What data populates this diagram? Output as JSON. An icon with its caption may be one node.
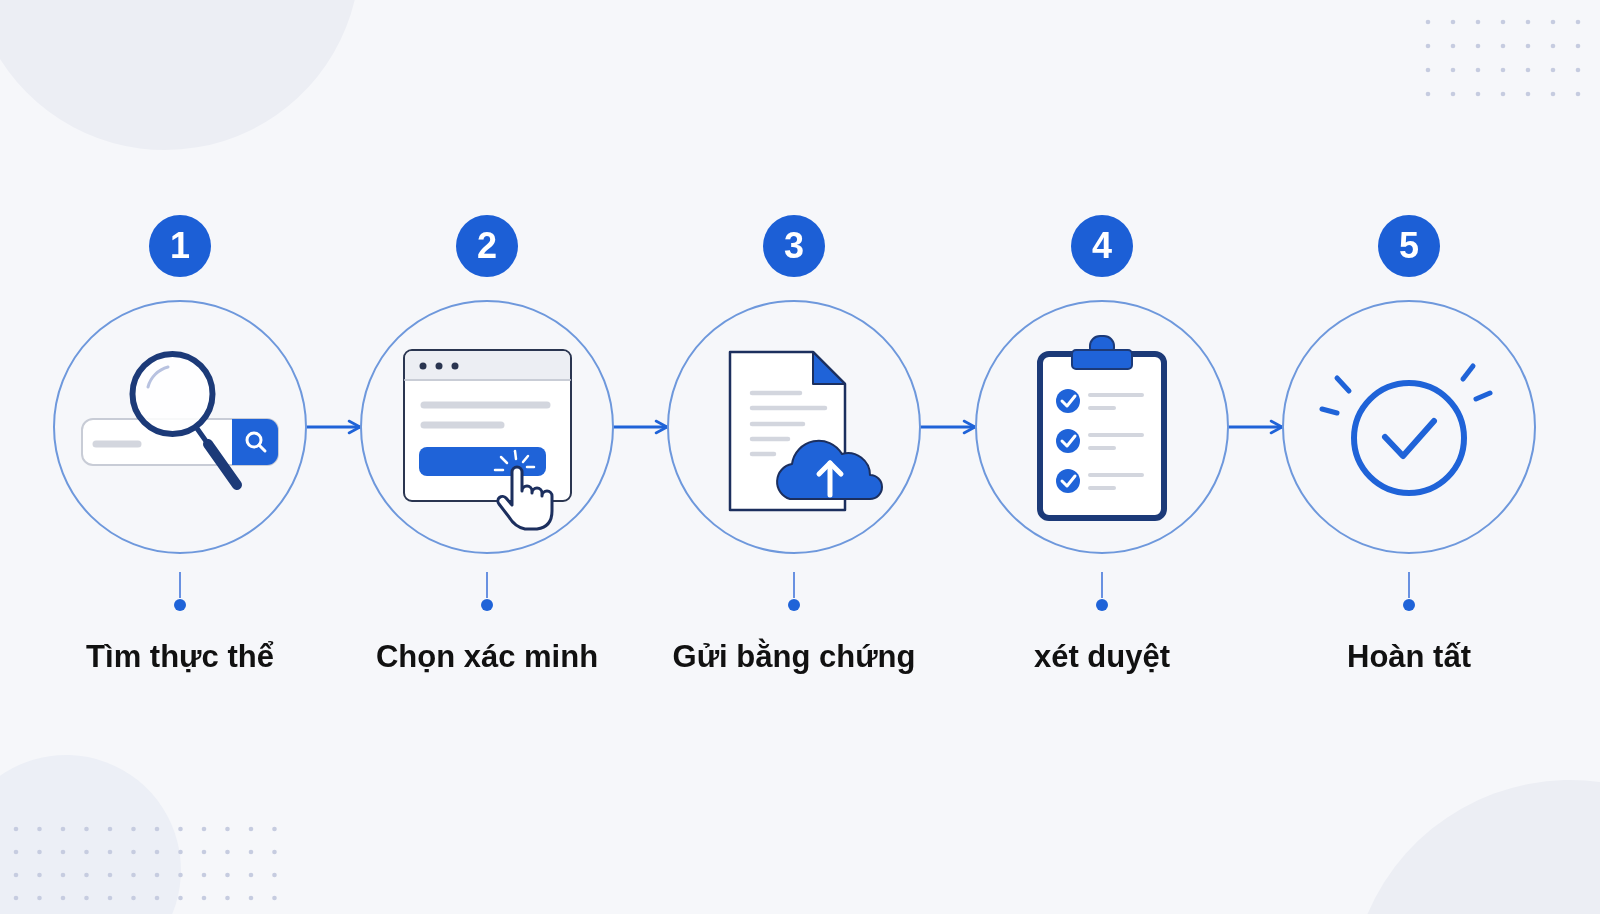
{
  "diagram": {
    "nodes": [
      {
        "text": [
          "1"
        ]
      },
      {
        "text": [
          "2"
        ]
      },
      {
        "text": [
          "3"
        ]
      },
      {
        "text": [
          "4"
        ]
      },
      {
        "text": [
          "5"
        ]
      },
      {
        "text": [
          "Tìm thực thể"
        ]
      },
      {
        "text": [
          "Chọn xác minh"
        ]
      },
      {
        "text": [
          "Gửi bằng chứng"
        ]
      },
      {
        "text": [
          "xét duyệt"
        ]
      },
      {
        "text": [
          "Hoàn tất"
        ]
      }
    ],
    "edges": [
      {
        "from": 5,
        "to": 6,
        "arrow": "to"
      },
      {
        "from": 6,
        "to": 7,
        "arrow": "to"
      },
      {
        "from": 7,
        "to": 8,
        "arrow": "to"
      },
      {
        "from": 8,
        "to": 9,
        "arrow": "to"
      }
    ]
  }
}
